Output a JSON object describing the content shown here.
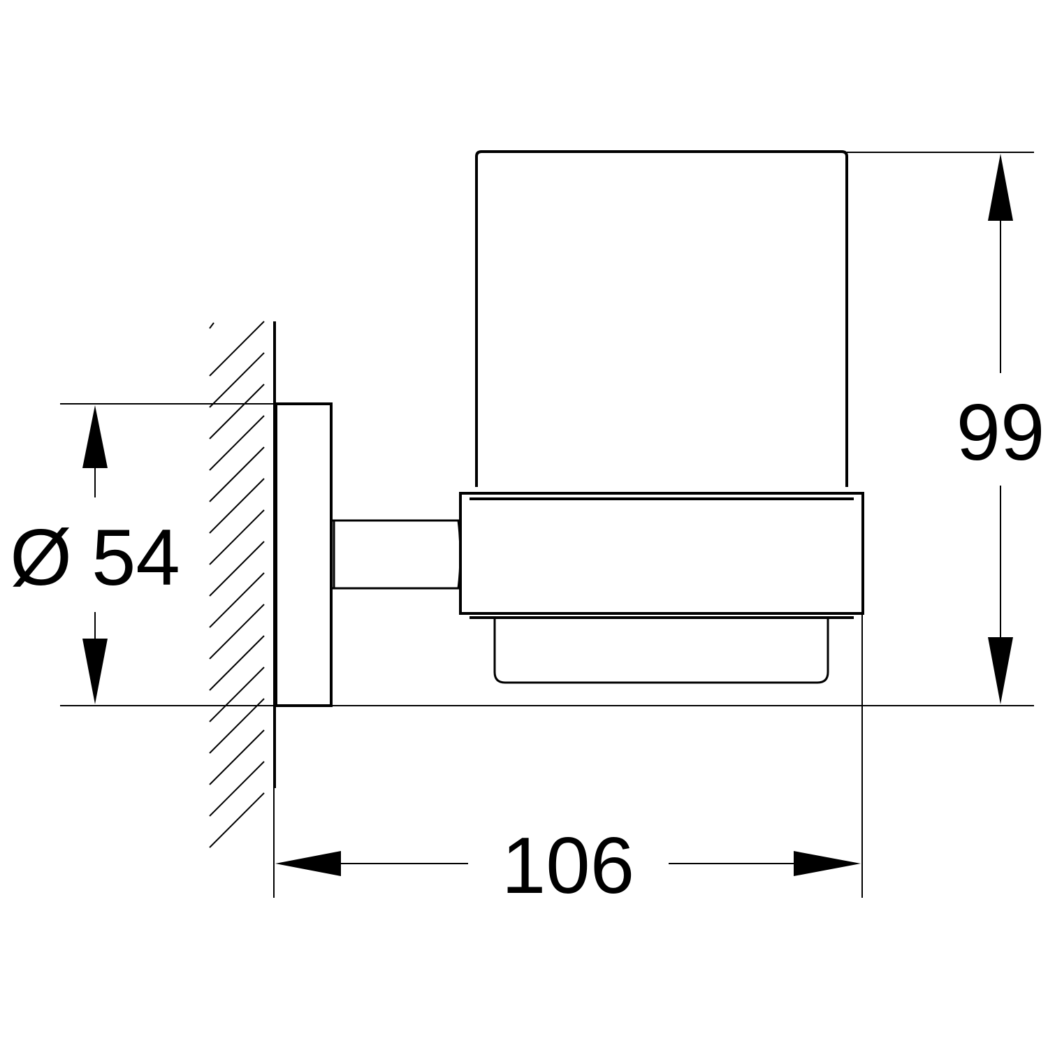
{
  "dimensions": {
    "diameter": {
      "symbol": "Ø",
      "value": "54"
    },
    "height": {
      "value": "99"
    },
    "depth": {
      "value": "106"
    }
  },
  "colors": {
    "line": "#000000",
    "background": "#ffffff"
  }
}
